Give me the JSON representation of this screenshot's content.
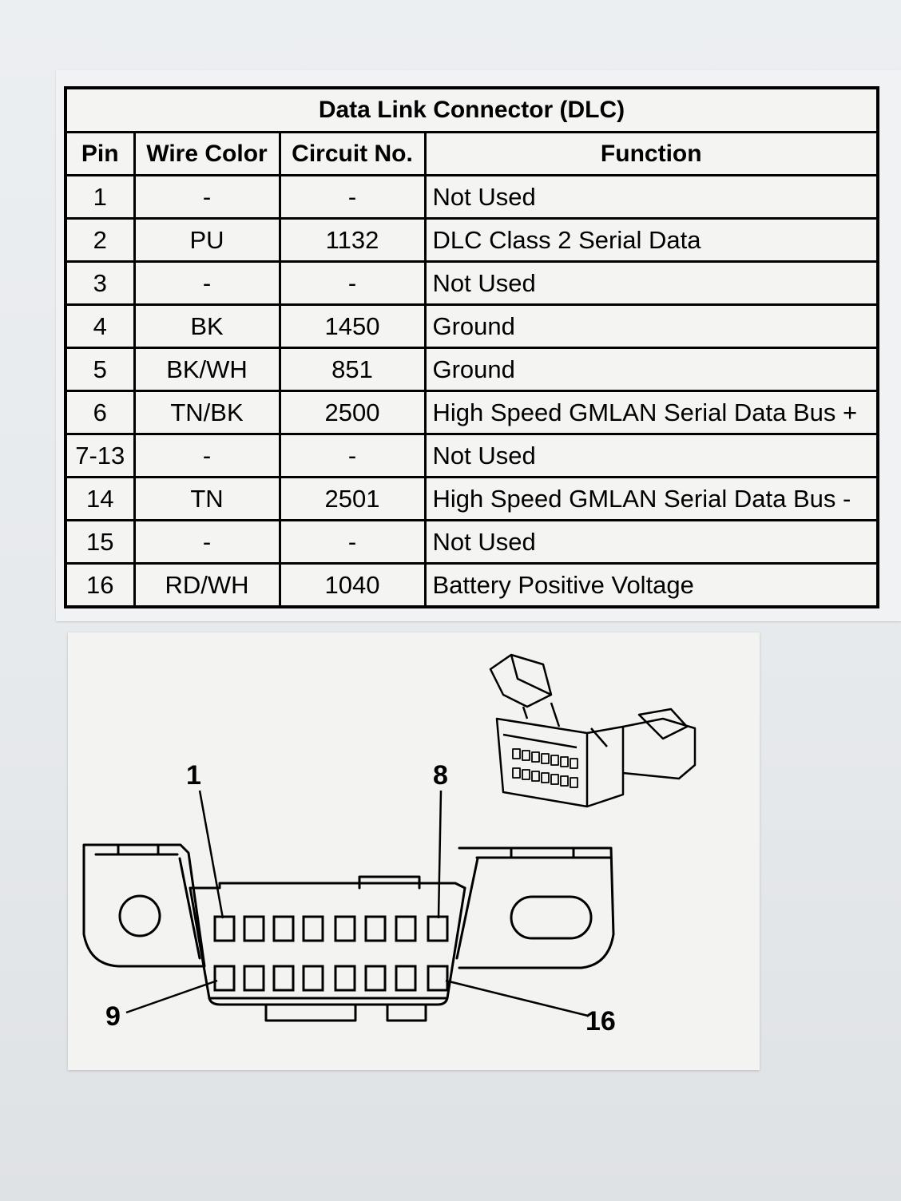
{
  "table": {
    "title": "Data Link Connector (DLC)",
    "headers": [
      "Pin",
      "Wire Color",
      "Circuit No.",
      "Function"
    ],
    "rows": [
      [
        "1",
        "-",
        "-",
        "Not Used"
      ],
      [
        "2",
        "PU",
        "1132",
        "DLC Class 2 Serial Data"
      ],
      [
        "3",
        "-",
        "-",
        "Not Used"
      ],
      [
        "4",
        "BK",
        "1450",
        "Ground"
      ],
      [
        "5",
        "BK/WH",
        "851",
        "Ground"
      ],
      [
        "6",
        "TN/BK",
        "2500",
        "High Speed GMLAN Serial Data Bus +"
      ],
      [
        "7-13",
        "-",
        "-",
        "Not Used"
      ],
      [
        "14",
        "TN",
        "2501",
        "High Speed GMLAN Serial Data Bus -"
      ],
      [
        "15",
        "-",
        "-",
        "Not Used"
      ],
      [
        "16",
        "RD/WH",
        "1040",
        "Battery Positive Voltage"
      ]
    ]
  },
  "diagram": {
    "callouts": {
      "pin_top_left": "1",
      "pin_top_right": "8",
      "pin_bottom_left": "9",
      "pin_bottom_right": "16"
    }
  }
}
